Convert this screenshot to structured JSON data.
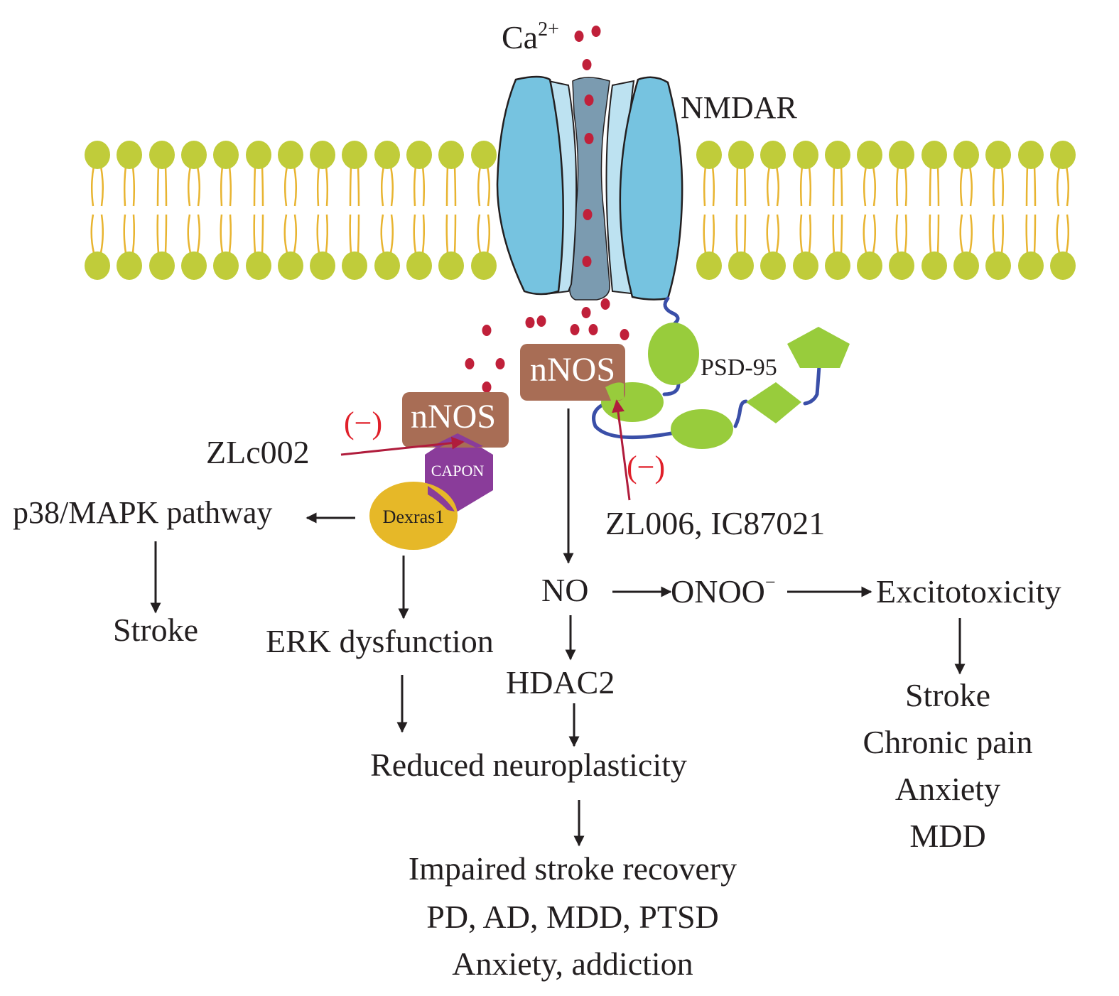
{
  "colors": {
    "ion": "#c0203a",
    "ion_label": "#e0202a",
    "channel_outer": "#76c3e0",
    "channel_inner": "#bde2f1",
    "channel_pore": "#7b9bb0",
    "membrane_head": "#c0cc3a",
    "membrane_tail": "#e8b430",
    "nmdar_label": "#3d7ea6",
    "nnos_box": "#a86d55",
    "psd95_domain": "#98cc3c",
    "psd95_linker": "#3a4fa8",
    "psd95_label": "#5a8f3a",
    "capon": "#8a3c9a",
    "dexras1": "#e6b828",
    "inhibit_arrow": "#b01c3c",
    "inhibit_label": "#e0202a",
    "text": "#231f20"
  },
  "labels": {
    "calcium_base": "Ca",
    "calcium_charge": "2+",
    "nmdar": "NMDAR",
    "nnos_top": "nNOS",
    "nnos_left": "nNOS",
    "psd95": "PSD-95",
    "capon": "CAPON",
    "dexras1": "Dexras1",
    "inhibit_left": "(−)",
    "inhibit_right": "(−)",
    "zlc002": "ZLc002",
    "zl006": "ZL006, IC87021",
    "p38": "p38/MAPK pathway",
    "stroke_left": "Stroke",
    "erk": "ERK dysfunction",
    "no": "NO",
    "onoo_base": "ONOO",
    "onoo_charge": "−",
    "excitotoxicity": "Excitotoxicity",
    "hdac2": "HDAC2",
    "reduced_neuroplasticity": "Reduced neuroplasticity",
    "outcomes_center": [
      "Impaired stroke recovery",
      "PD, AD, MDD, PTSD",
      "Anxiety, addiction"
    ],
    "outcomes_right": [
      "Stroke",
      "Chronic pain",
      "Anxiety",
      "MDD"
    ]
  }
}
